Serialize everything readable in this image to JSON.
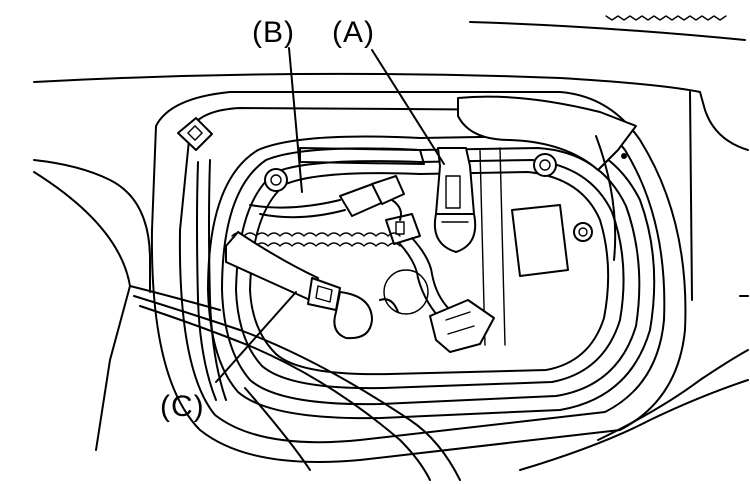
{
  "diagram": {
    "labels": {
      "a": "(A)",
      "b": "(B)",
      "c": "(C)"
    },
    "stroke_color": "#000000",
    "background_color": "#ffffff"
  }
}
